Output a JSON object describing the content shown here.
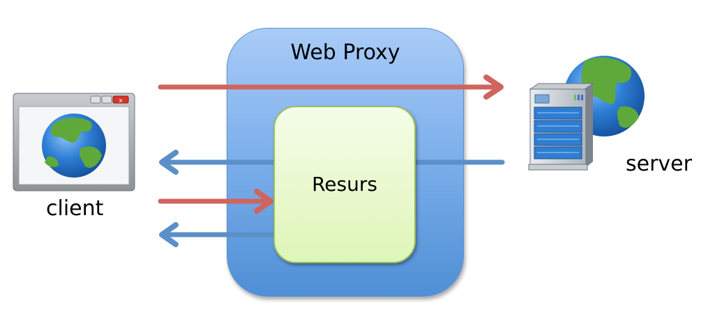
{
  "diagram": {
    "proxy": {
      "title": "Web Proxy",
      "fill": "#7fb1ec"
    },
    "resource": {
      "label": "Resurs",
      "fill": "#e8f8cc"
    },
    "client": {
      "label": "client",
      "icon": "browser-window-globe-icon"
    },
    "server": {
      "label": "server",
      "icon": "server-globe-icon"
    },
    "colors": {
      "request_arrow": "#d0645e",
      "response_arrow": "#5b8fc8"
    },
    "flows": [
      {
        "from": "client",
        "to": "server",
        "type": "request",
        "direction": "right",
        "via": "proxy"
      },
      {
        "from": "server",
        "to": "client",
        "type": "response",
        "direction": "left",
        "via": "resource"
      },
      {
        "from": "client",
        "to": "resource",
        "type": "request",
        "direction": "right"
      },
      {
        "from": "resource",
        "to": "client",
        "type": "response",
        "direction": "left"
      }
    ]
  }
}
